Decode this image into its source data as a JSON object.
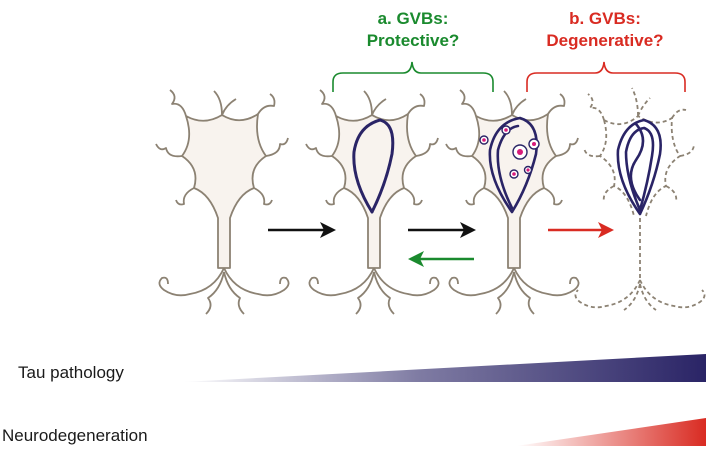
{
  "hypotheses": {
    "a": {
      "line1": "a. GVBs:",
      "line2": "Protective?",
      "color": "#1a8a2e"
    },
    "b": {
      "line1": "b. GVBs:",
      "line2": "Degenerative?",
      "color": "#d92b22"
    }
  },
  "gradients": {
    "tau": {
      "label": "Tau pathology",
      "color": "#2a2466"
    },
    "neuro": {
      "label": "Neurodegeneration",
      "color": "#d92b22"
    }
  },
  "colors": {
    "neuron_outline": "#8c8273",
    "neuron_fill": "#f8f3ee",
    "tau_filament": "#2a2466",
    "gvb_granule": "#d81b7a",
    "arrow_forward": "#111111",
    "arrow_reverse": "#1a8a2e",
    "arrow_degenerative": "#d92b22"
  },
  "stages": [
    "healthy-neuron",
    "tau-neuron",
    "gvb-neuron",
    "degenerating-neuron"
  ],
  "icons": [
    "neuron-icon",
    "arrow-right-icon",
    "arrow-left-icon",
    "brace-icon"
  ]
}
